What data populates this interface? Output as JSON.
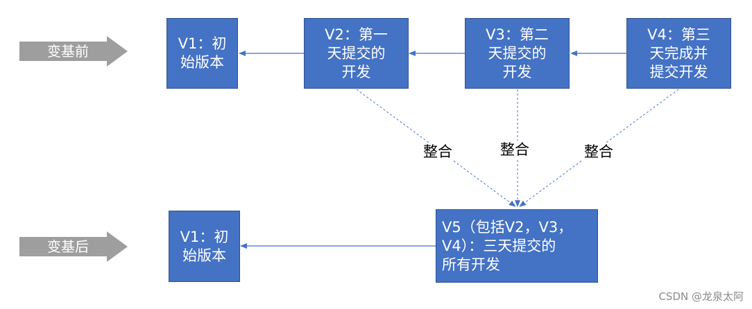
{
  "before_label": "变基前",
  "after_label": "变基后",
  "top_row": {
    "v1": "V1：初\n始版本",
    "v2": "V2：第一\n天提交的\n开发",
    "v3": "V3：第二\n天提交的\n开发",
    "v4": "V4：第三\n天完成并\n提交开发"
  },
  "bottom_row": {
    "v1": "V1：初\n始版本",
    "v5": "V5（包括V2，V3，\nV4）：三天提交的\n所有开发"
  },
  "merge_labels": [
    "整合",
    "整合",
    "整合"
  ],
  "watermark": "CSDN @龙泉太阿",
  "colors": {
    "box_fill": "#4472C4",
    "box_border": "#2F528F",
    "arrow_fill": "#9E9E9E",
    "line": "#4472C4"
  }
}
